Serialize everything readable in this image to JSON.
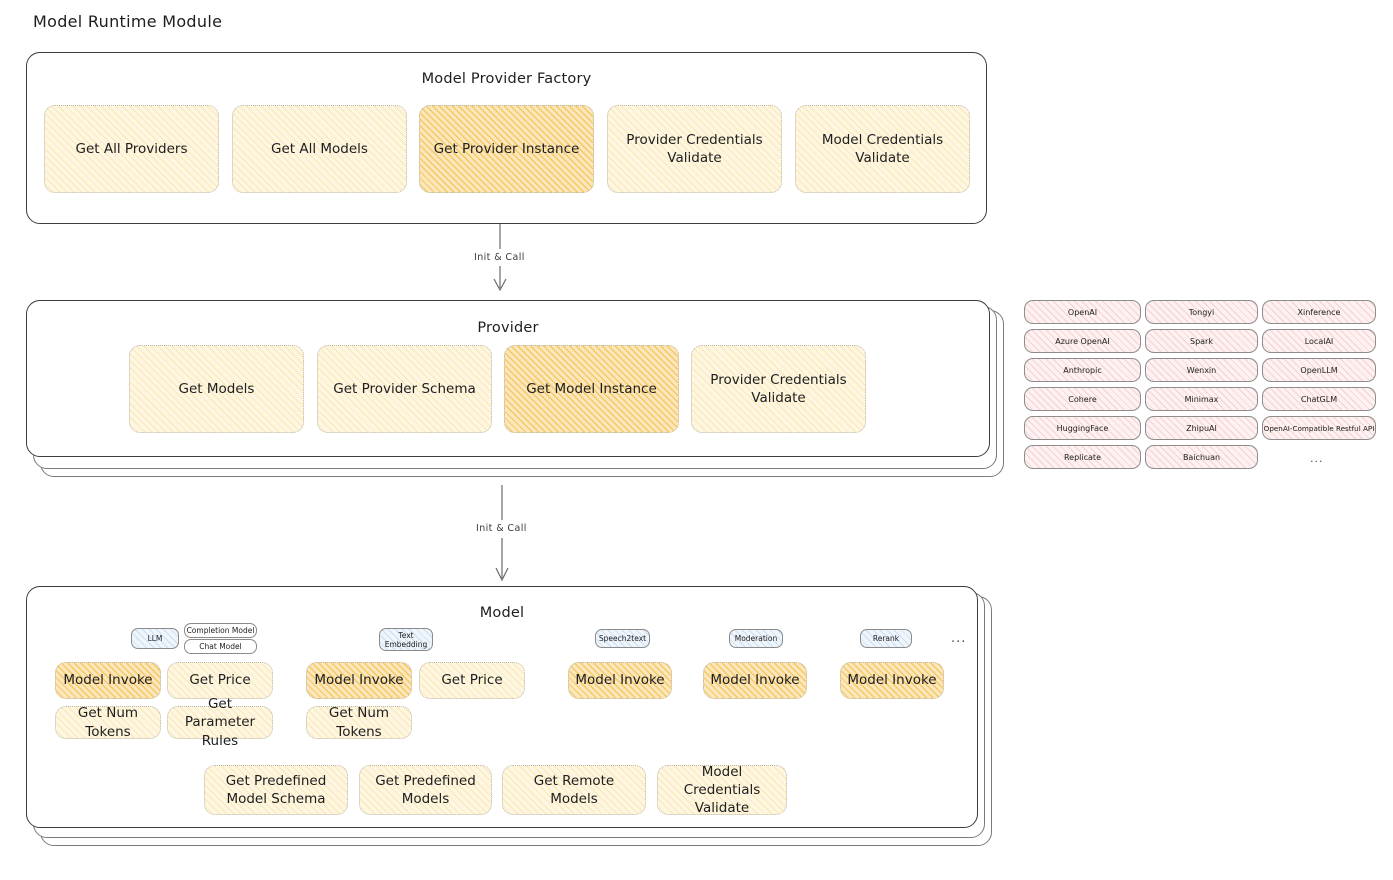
{
  "title": "Model Runtime Module",
  "edges": [
    {
      "label": "Init & Call"
    },
    {
      "label": "Init & Call"
    }
  ],
  "colors": {
    "highlight_yellow": "#fbe7bb",
    "soft_yellow": "#fdf6e3",
    "provider_pink": "#fdf1f1",
    "tag_blue": "#eef5fb",
    "ink": "#1e1e1e"
  },
  "factory": {
    "title": "Model Provider Factory",
    "items": [
      {
        "label": "Get All Providers",
        "highlighted": false
      },
      {
        "label": "Get All Models",
        "highlighted": false
      },
      {
        "label": "Get Provider Instance",
        "highlighted": true
      },
      {
        "label": "Provider Credentials Validate",
        "highlighted": false
      },
      {
        "label": "Model Credentials Validate",
        "highlighted": false
      }
    ]
  },
  "provider": {
    "title": "Provider",
    "items": [
      {
        "label": "Get Models",
        "highlighted": false
      },
      {
        "label": "Get Provider Schema",
        "highlighted": false
      },
      {
        "label": "Get Model Instance",
        "highlighted": true
      },
      {
        "label": "Provider Credentials Validate",
        "highlighted": false
      }
    ]
  },
  "provider_list": {
    "columns": [
      [
        "OpenAI",
        "Azure OpenAI",
        "Anthropic",
        "Cohere",
        "HuggingFace",
        "Replicate"
      ],
      [
        "Tongyi",
        "Spark",
        "Wenxin",
        "Minimax",
        "ZhipuAI",
        "Baichuan"
      ],
      [
        "Xinference",
        "LocalAI",
        "OpenLLM",
        "ChatGLM",
        "OpenAI-Compatible Restful API"
      ]
    ],
    "more": "..."
  },
  "model": {
    "title": "Model",
    "more": "...",
    "types": [
      {
        "tag": "LLM",
        "subtags": [
          "Completion Model",
          "Chat Model"
        ],
        "methods": [
          {
            "label": "Model Invoke",
            "highlighted": true
          },
          {
            "label": "Get Price",
            "highlighted": false
          },
          {
            "label": "Get Num Tokens",
            "highlighted": false
          },
          {
            "label": "Get Parameter Rules",
            "highlighted": false
          }
        ]
      },
      {
        "tag": "Text Embedding",
        "subtags": [],
        "methods": [
          {
            "label": "Model Invoke",
            "highlighted": true
          },
          {
            "label": "Get Price",
            "highlighted": false
          },
          {
            "label": "Get Num Tokens",
            "highlighted": false
          }
        ]
      },
      {
        "tag": "Speech2text",
        "subtags": [],
        "methods": [
          {
            "label": "Model Invoke",
            "highlighted": true
          }
        ]
      },
      {
        "tag": "Moderation",
        "subtags": [],
        "methods": [
          {
            "label": "Model Invoke",
            "highlighted": true
          }
        ]
      },
      {
        "tag": "Rerank",
        "subtags": [],
        "methods": [
          {
            "label": "Model Invoke",
            "highlighted": true
          }
        ]
      }
    ],
    "shared_methods": [
      {
        "label": "Get Predefined Model Schema"
      },
      {
        "label": "Get Predefined Models"
      },
      {
        "label": "Get Remote Models"
      },
      {
        "label": "Model Credentials Validate"
      }
    ]
  }
}
